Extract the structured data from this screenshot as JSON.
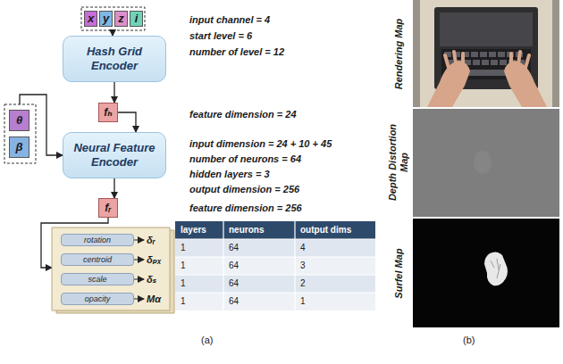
{
  "diagram": {
    "nodes": [
      {
        "text": [
          "x"
        ]
      },
      {
        "text": [
          "y"
        ]
      },
      {
        "text": [
          "z"
        ]
      },
      {
        "text": [
          "i"
        ]
      },
      {
        "text": [
          "Hash Grid Encoder"
        ]
      },
      {
        "text": [
          "fₕ"
        ]
      },
      {
        "text": [
          "θ"
        ]
      },
      {
        "text": [
          "β"
        ]
      },
      {
        "text": [
          "Neural Feature Encoder"
        ]
      },
      {
        "text": [
          "fᵣ"
        ]
      },
      {
        "text": [
          "rotation"
        ]
      },
      {
        "text": [
          "centroid"
        ]
      },
      {
        "text": [
          "scale"
        ]
      },
      {
        "text": [
          "opacity"
        ]
      }
    ],
    "edges": [
      {
        "from": 4,
        "to": 5,
        "arrow": "to"
      },
      {
        "from": 5,
        "to": 8,
        "arrow": "to"
      },
      {
        "from": 8,
        "to": 9,
        "arrow": "to"
      }
    ],
    "labels": [
      "input channel = 4",
      "start level = 6",
      "number of level = 12",
      "feature dimension = 24",
      "input dimension = 24 + 10 + 45",
      "number of neurons = 64",
      "hidden layers = 3",
      "output dimension = 256",
      "feature dimension = 256",
      "δᵣ",
      "δₚₓ",
      "δₛ",
      "Mα",
      "layers",
      "neurons",
      "output dims",
      "1",
      "64",
      "4",
      "1",
      "64",
      "3",
      "1",
      "64",
      "2",
      "1",
      "64",
      "1",
      "(a)",
      "(b)",
      "Rendering Map",
      "Depth Distortion Map",
      "Surfel Map"
    ]
  }
}
